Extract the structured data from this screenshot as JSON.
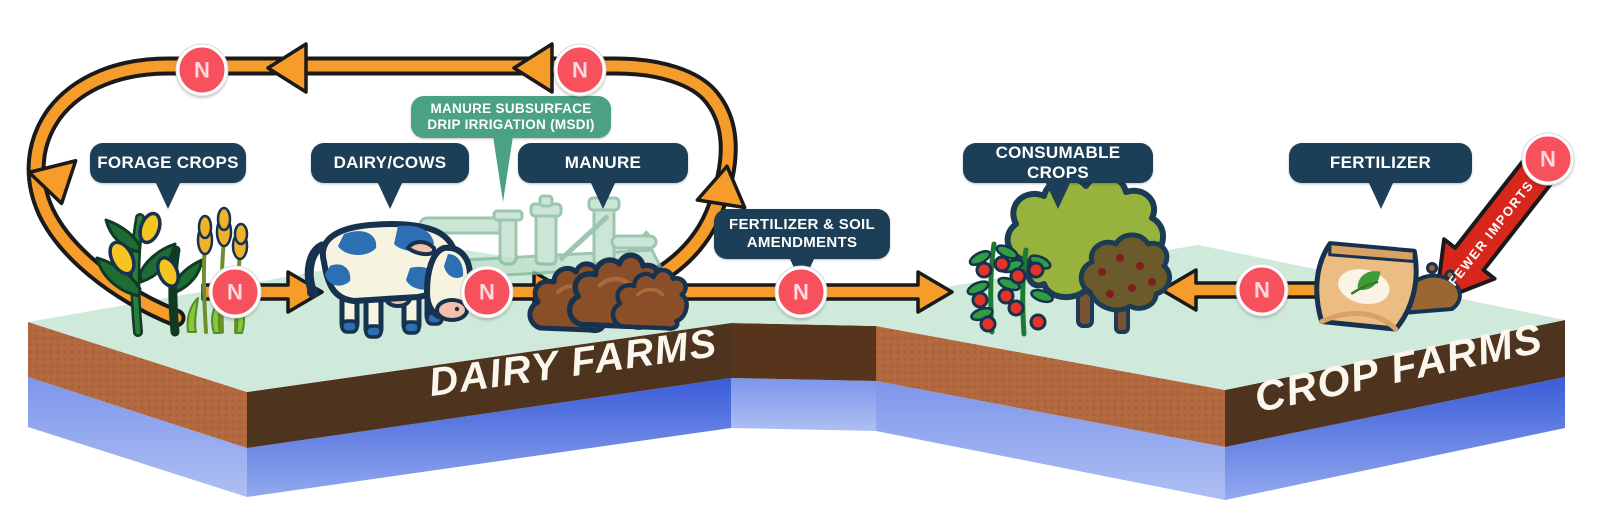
{
  "platforms": {
    "dairy": {
      "label": "DAIRY FARMS"
    },
    "crop": {
      "label": "CROP FARMS"
    }
  },
  "bubbles": {
    "forage_crops": {
      "label": "FORAGE CROPS"
    },
    "dairy_cows": {
      "label": "DAIRY/COWS"
    },
    "msdi": {
      "line1": "MANURE SUBSURFACE",
      "line2": "DRIP IRRIGATION (MSDI)"
    },
    "manure": {
      "label": "MANURE"
    },
    "fertilizer_soil": {
      "line1": "FERTILIZER & SOIL",
      "line2": "AMENDMENTS"
    },
    "consumable_crops": {
      "label": "CONSUMABLE CROPS"
    },
    "fertilizer": {
      "label": "FERTILIZER"
    }
  },
  "badges": {
    "nitrogen": "N",
    "count": 7
  },
  "red_arrow": {
    "label": "FEWER IMPORTS"
  },
  "illustrations": {
    "forage_crops": "corn-and-wheat-icon",
    "dairy_cows": "cow-icon",
    "msdi": "irrigation-pump-system-icon",
    "manure": "manure-piles-icon",
    "consumable_crops": "tomato-plants-and-bushes-icon",
    "fertilizer": "fertilizer-bag-icon"
  },
  "colors": {
    "bubble_navy": "#1d3e57",
    "bubble_green": "#4ba183",
    "arrow_orange": "#f59c2b",
    "badge_pink": "#f8515e",
    "red_arrow": "#d7271d",
    "surface_green": "#cfe9da",
    "soil_dark": "#4e341f",
    "soil_light": "#b2693f",
    "water_dark": "#3a5cd8",
    "water_light": "#93a9ee"
  }
}
